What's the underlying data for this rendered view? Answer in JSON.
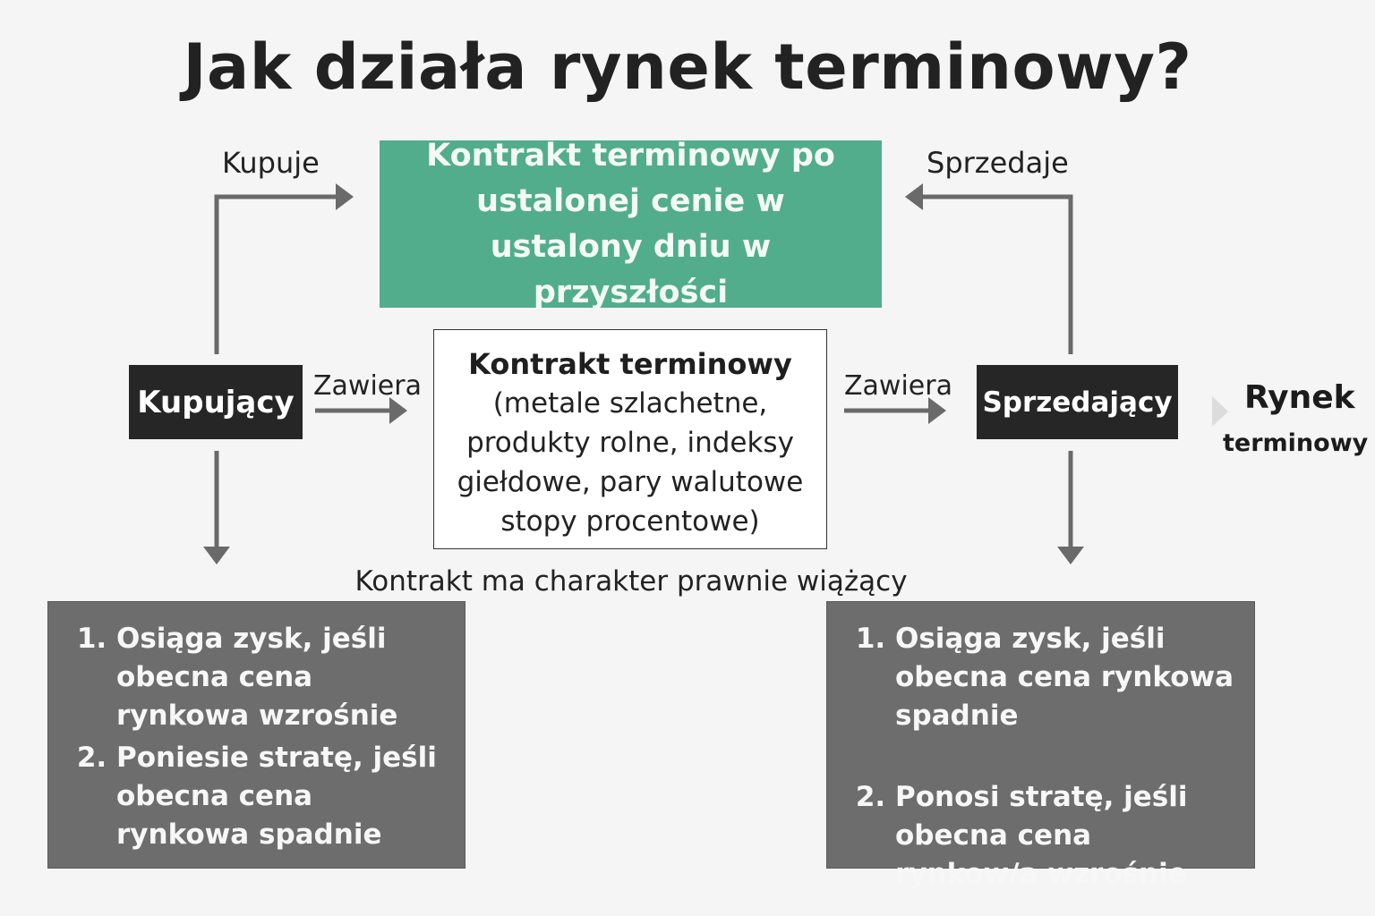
{
  "title": "Jak działa rynek terminowy?",
  "labels": {
    "buys": "Kupuje",
    "sells": "Sprzedaje",
    "enters_left": "Zawiera",
    "enters_right": "Zawiera"
  },
  "green_box": {
    "text": "Kontrakt terminowy po ustalonej cenie w ustalony dniu w przyszłości"
  },
  "buyer": {
    "label": "Kupujący"
  },
  "seller": {
    "label": "Sprzedający"
  },
  "contract": {
    "title": "Kontrakt terminowy",
    "body": "(metale szlachetne,\nprodukty rolne, indeksy\ngiełdowe, pary walutowe\nstopy procentowe)"
  },
  "binding_note": "Kontrakt ma charakter prawnie wiążący",
  "buyer_outcomes": [
    "Osiąga zysk, jeśli obecna cena rynkowa wzrośnie",
    "Poniesie stratę, jeśli obecna cena rynkowa spadnie"
  ],
  "seller_outcomes": [
    "Osiąga zysk, jeśli obecna cena rynkowa spadnie",
    "Ponosi stratę, jeśli obecna cena rynkow/a wzrośnie"
  ],
  "market": {
    "word": "Rynek",
    "sub": "terminowy"
  },
  "colors": {
    "green": "#52ad8c",
    "dark": "#262626",
    "gray": "#6d6d6d",
    "arrow": "#6a6a6a"
  }
}
